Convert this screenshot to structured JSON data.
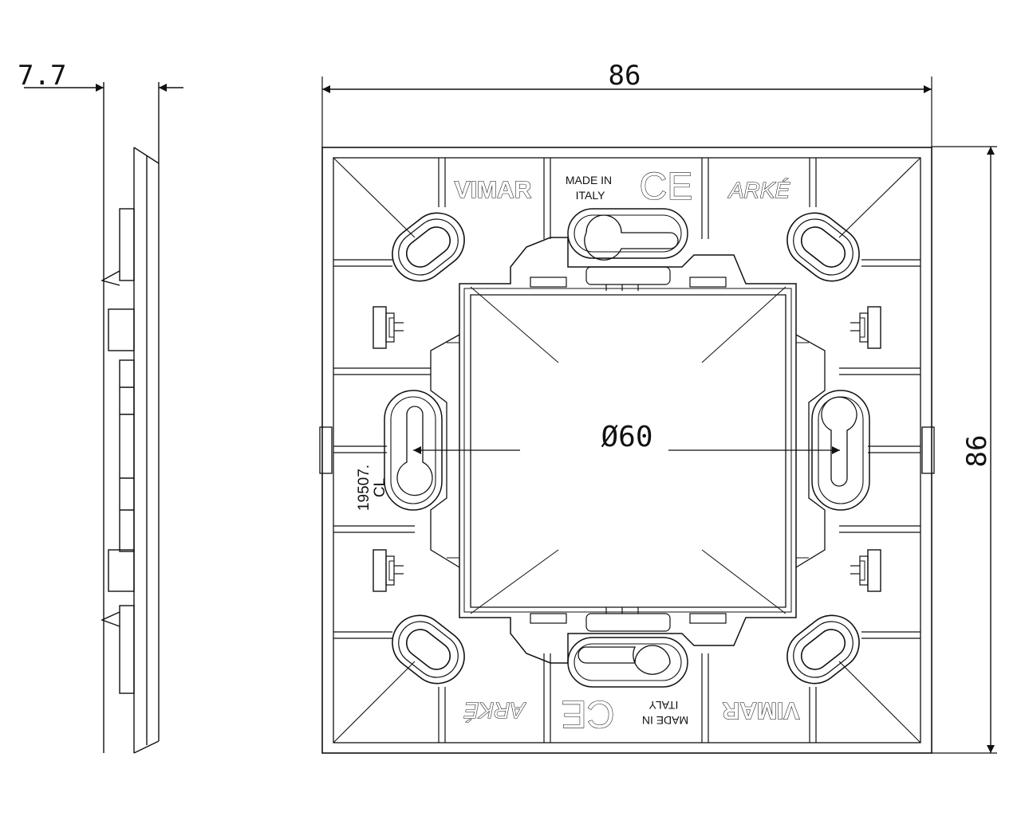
{
  "dimensions": {
    "thickness": "7.7",
    "width": "86",
    "height": "86",
    "hole_spacing": "Ø60"
  },
  "markings": {
    "brand": "VIMAR",
    "brand_rotated": "VIMAR",
    "origin_line1": "MADE IN",
    "origin_line2": "ITALY",
    "origin_rot_line1": "MADE IN",
    "origin_rot_line2": "ITALY",
    "ce": "CE",
    "ce_rotated": "CE",
    "series": "ARKÉ",
    "series_rotated": "ARKÉ",
    "code_line1": "19507.",
    "code_line2": "CL"
  }
}
